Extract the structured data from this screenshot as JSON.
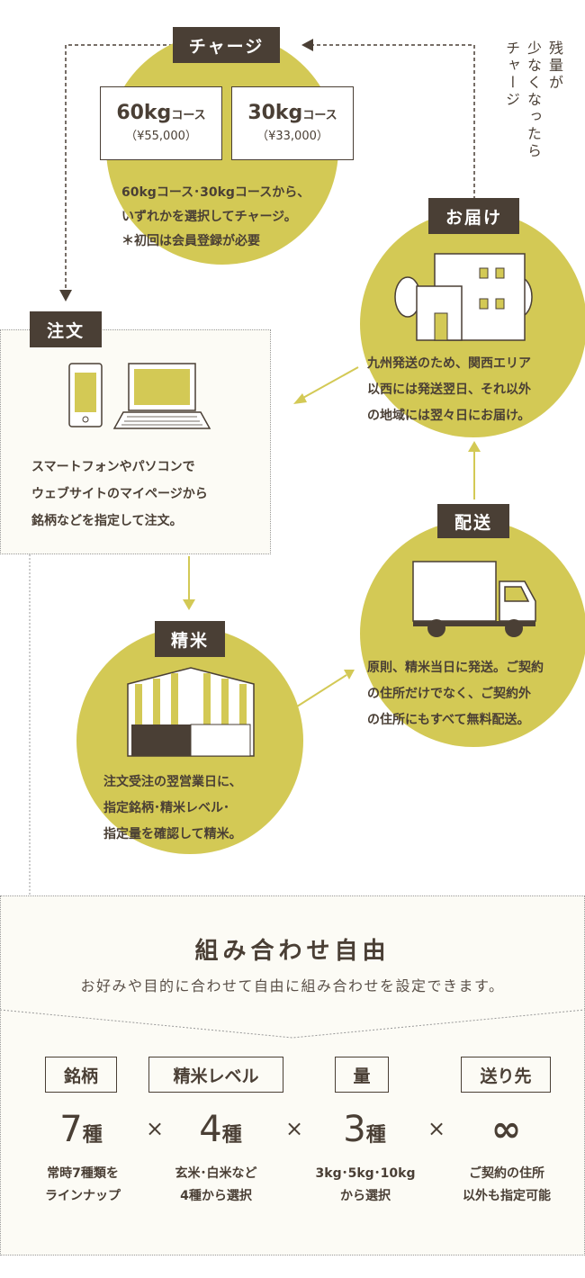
{
  "charge": {
    "label": "チャージ",
    "courses": [
      {
        "weight": "60kg",
        "unit": "コース",
        "price": "（¥55,000）"
      },
      {
        "weight": "30kg",
        "unit": "コース",
        "price": "（¥33,000）"
      }
    ],
    "lines": [
      "60kgコース･30kgコースから、",
      "いずれかを選択してチャージ。",
      "＊初回は会員登録が必要"
    ]
  },
  "recharge_note": [
    "残量が",
    "少なくなったら",
    "チャージ"
  ],
  "delivery": {
    "label": "お届け",
    "lines": [
      "九州発送のため、関西エリア",
      "以西には発送翌日、それ以外",
      "の地域には翌々日にお届け。"
    ]
  },
  "order": {
    "label": "注文",
    "lines": [
      "スマートフォンやパソコンで",
      "ウェブサイトのマイページから",
      "銘柄などを指定して注文。"
    ]
  },
  "shipping": {
    "label": "配送",
    "lines": [
      "原則、精米当日に発送。ご契約",
      "の住所だけでなく、ご契約外",
      "の住所にもすべて無料配送。"
    ]
  },
  "milling": {
    "label": "精米",
    "lines": [
      "注文受注の翌営業日に、",
      "指定銘柄･精米レベル･",
      "指定量を確認して精米。"
    ]
  },
  "combo": {
    "title": "組み合わせ自由",
    "subtitle": "お好みや目的に合わせて自由に組み合わせを設定できます。",
    "times": "×",
    "items": [
      {
        "tag": "銘柄",
        "num": "7",
        "unit": "種",
        "desc": [
          "常時7種類を",
          "ラインナップ"
        ]
      },
      {
        "tag": "精米レベル",
        "num": "4",
        "unit": "種",
        "desc": [
          "玄米･白米など",
          "4種から選択"
        ]
      },
      {
        "tag": "量",
        "num": "3",
        "unit": "種",
        "desc": [
          "3kg･5kg･10kg",
          "から選択"
        ]
      },
      {
        "tag": "送り先",
        "num": "∞",
        "unit": "",
        "desc": [
          "ご契約の住所",
          "以外も指定可能"
        ]
      }
    ]
  },
  "colors": {
    "olive": "#d3c955",
    "brown": "#4a3f35"
  }
}
